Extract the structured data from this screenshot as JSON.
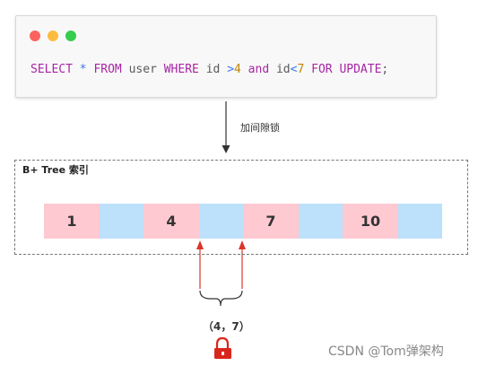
{
  "code": {
    "tokens": [
      {
        "t": "SELECT ",
        "c": "kw"
      },
      {
        "t": "* ",
        "c": "op"
      },
      {
        "t": "FROM ",
        "c": "kw"
      },
      {
        "t": "user ",
        "c": "plain"
      },
      {
        "t": "WHERE ",
        "c": "kw"
      },
      {
        "t": "id ",
        "c": "plain"
      },
      {
        "t": ">",
        "c": "op"
      },
      {
        "t": "4 ",
        "c": "num"
      },
      {
        "t": "and ",
        "c": "kw"
      },
      {
        "t": "id",
        "c": "plain"
      },
      {
        "t": "<",
        "c": "op"
      },
      {
        "t": "7 ",
        "c": "num"
      },
      {
        "t": "FOR ",
        "c": "kw"
      },
      {
        "t": "UPDATE",
        "c": "kw"
      },
      {
        "t": ";",
        "c": "plain"
      }
    ]
  },
  "arrow_label": "加间隙锁",
  "btree": {
    "title": "B+ Tree 索引",
    "keys": [
      "1",
      "4",
      "7",
      "10"
    ]
  },
  "range_label": "（4，7）",
  "lock_icon": "lock-icon",
  "watermark": "CSDN @Tom弹架构",
  "colors": {
    "key_cell": "#ffc9d2",
    "gap_cell": "#bde0fb",
    "arrow_red": "#d9352b",
    "lock_red": "#d9261c"
  }
}
